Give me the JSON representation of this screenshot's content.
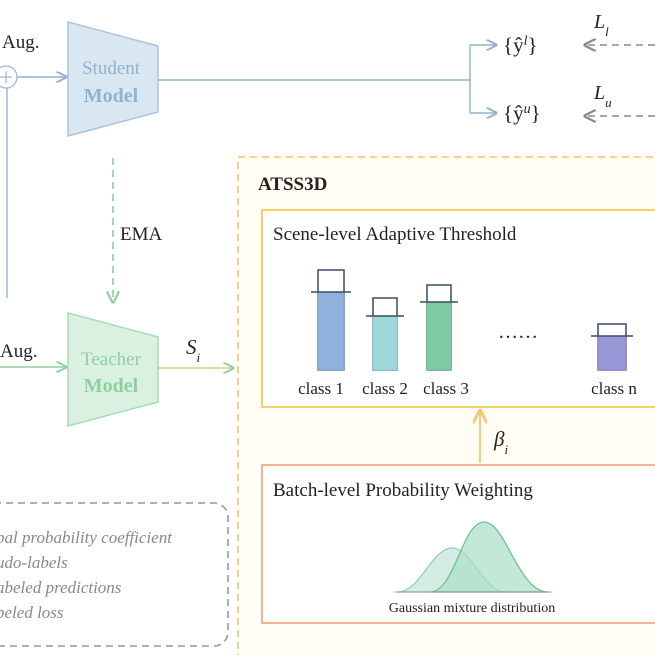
{
  "inputs": {
    "top_aug": "Aug.",
    "bottom_aug": "Aug."
  },
  "student": {
    "line1": "Student",
    "line2": "Model"
  },
  "teacher": {
    "line1": "Teacher",
    "line2": "Model"
  },
  "ema_label": "EMA",
  "score_label_base": "S",
  "score_label_sub": "i",
  "outputs": {
    "labeled_base": "{ŷ",
    "labeled_sup": "l",
    "labeled_close": "}",
    "unlabeled_base": "{ŷ",
    "unlabeled_sup": "u",
    "unlabeled_close": "}",
    "loss_l_base": "L",
    "loss_l_sub": "l",
    "loss_u_base": "L",
    "loss_u_sub": "u"
  },
  "atss": {
    "title": "ATSS3D",
    "scene_title": "Scene-level Adaptive Threshold",
    "classes": [
      "class 1",
      "class 2",
      "class 3",
      "class n"
    ],
    "dots": "……",
    "beta_base": "β",
    "beta_sub": "i",
    "batch_title": "Batch-level Probability Weighting",
    "gmm_caption": "Gaussian mixture distribution"
  },
  "legend": {
    "items": [
      "bal probability coefficient",
      "udo-labels",
      "abeled predictions",
      "beled loss"
    ]
  },
  "colors": {
    "student": "#a9c4dc",
    "teacher": "#a7dcb9",
    "atss_border": "#f5c46a",
    "atss_bg": "#fffdf4",
    "scene_border": "#f4c542",
    "batch_border": "#f0a07a",
    "arrow_orange": "#f5c46a",
    "class1": "#7aa4d4",
    "class2": "#8fd0d3",
    "class3": "#6fbf96",
    "classn": "#8a87cc",
    "gauss1": "#b7e3d6",
    "gauss2": "#8fd4b5"
  }
}
